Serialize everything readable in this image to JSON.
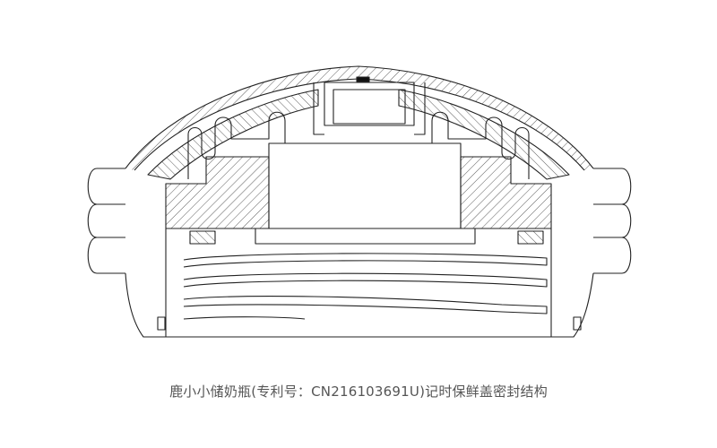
{
  "caption": "鹿小小储奶瓶(专利号：CN216103691U)记时保鲜盖密封结构",
  "colors": {
    "line": "#222222",
    "caption": "#555555",
    "background": "#ffffff"
  },
  "figure": {
    "subject": "bottle-cap-sealing-structure-cross-section",
    "style": "patent-line-drawing"
  }
}
